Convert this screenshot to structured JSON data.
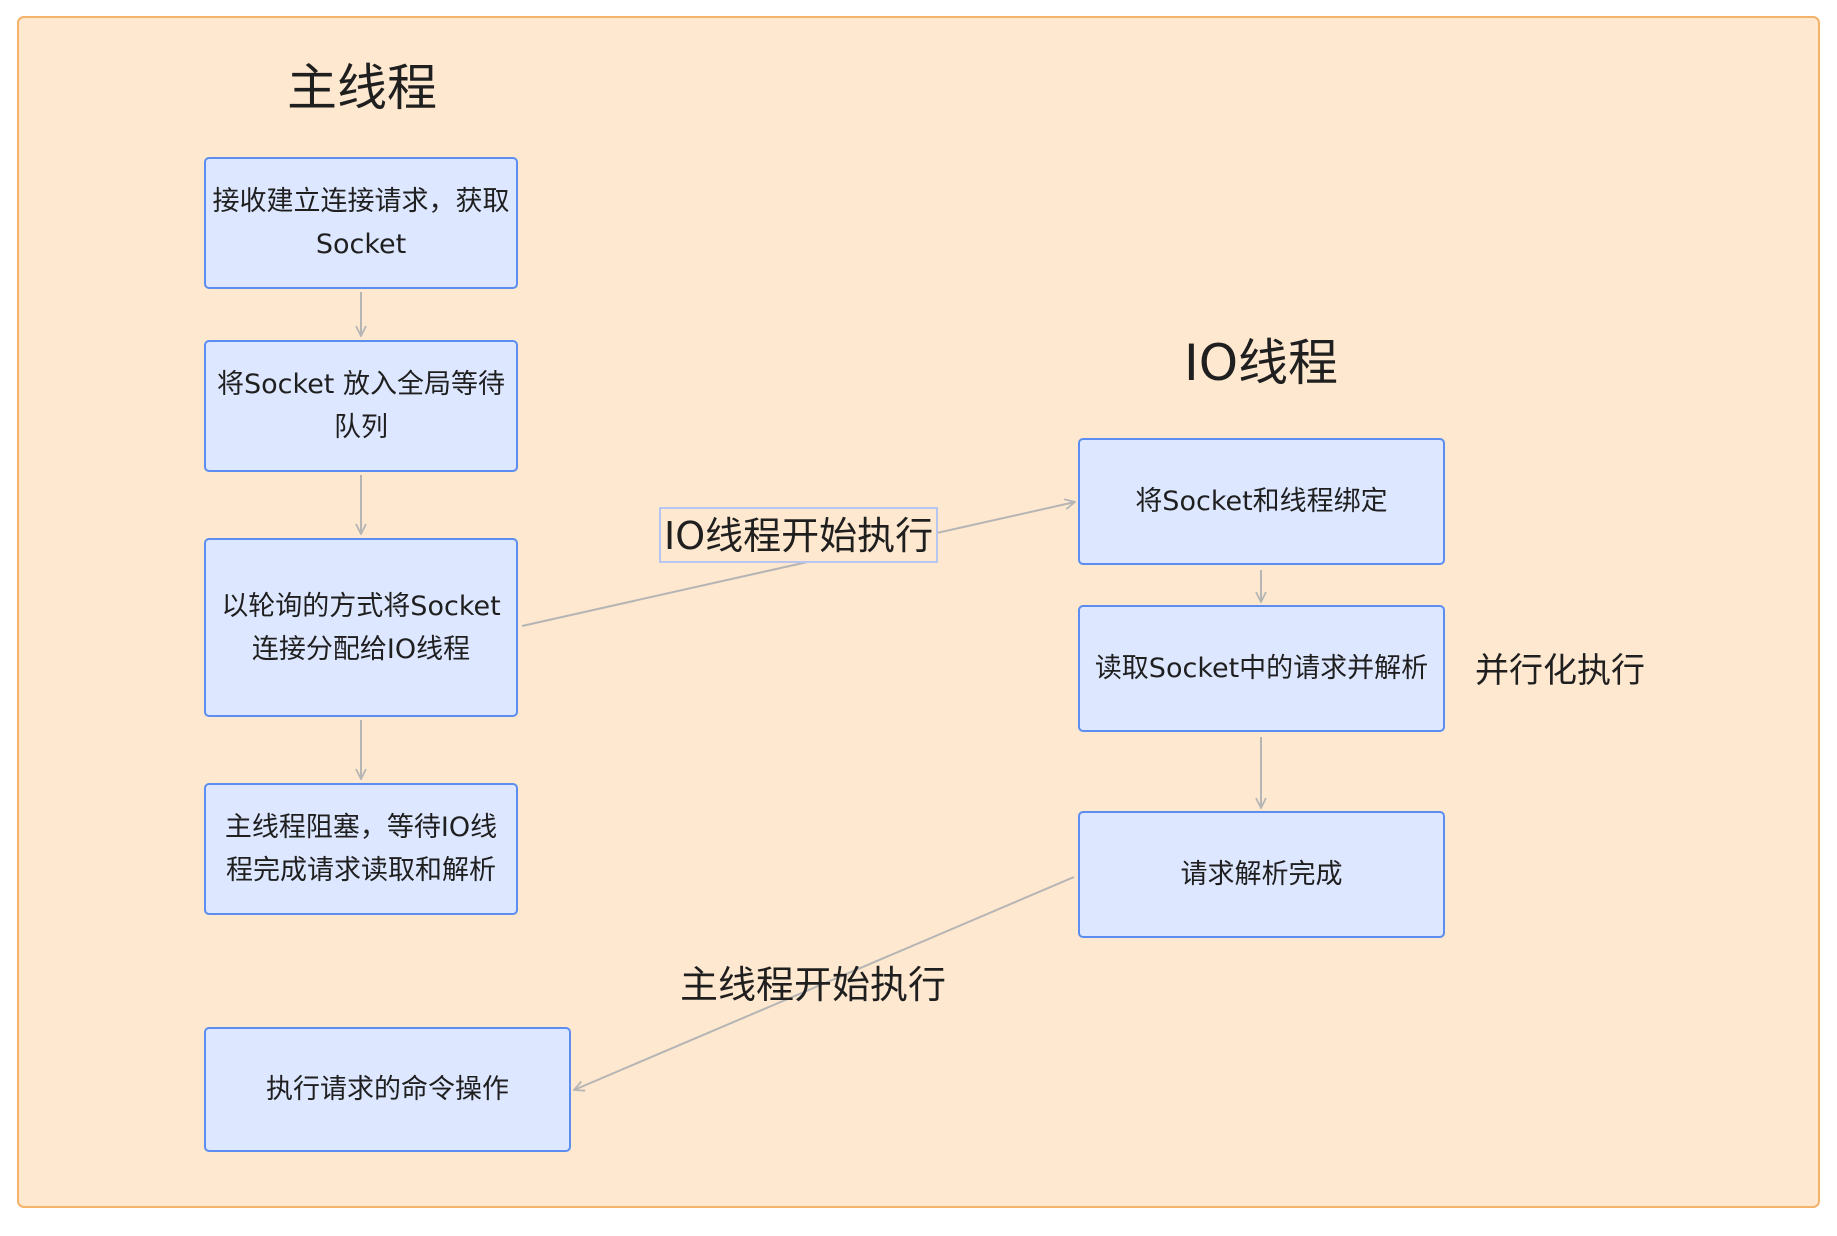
{
  "lanes": {
    "main_title": "主线程",
    "io_title": "IO线程"
  },
  "main_steps": [
    "接收建立连接请求，获取Socket",
    "将Socket 放入全局等待队列",
    "以轮询的方式将Socket连接分配给IO线程",
    "主线程阻塞，等待IO线程完成请求读取和解析",
    "执行请求的命令操作"
  ],
  "io_steps": [
    "将Socket和线程绑定",
    "读取Socket中的请求并解析",
    "请求解析完成"
  ],
  "edge_labels": {
    "to_io": "IO线程开始执行",
    "to_main": "主线程开始执行"
  },
  "side_note": "并行化执行",
  "colors": {
    "background": "#fee8d0",
    "frame_border": "#f5b26b",
    "box_fill": "#dde7ff",
    "box_border": "#5b8ef0",
    "edge": "#b5b5b5"
  }
}
